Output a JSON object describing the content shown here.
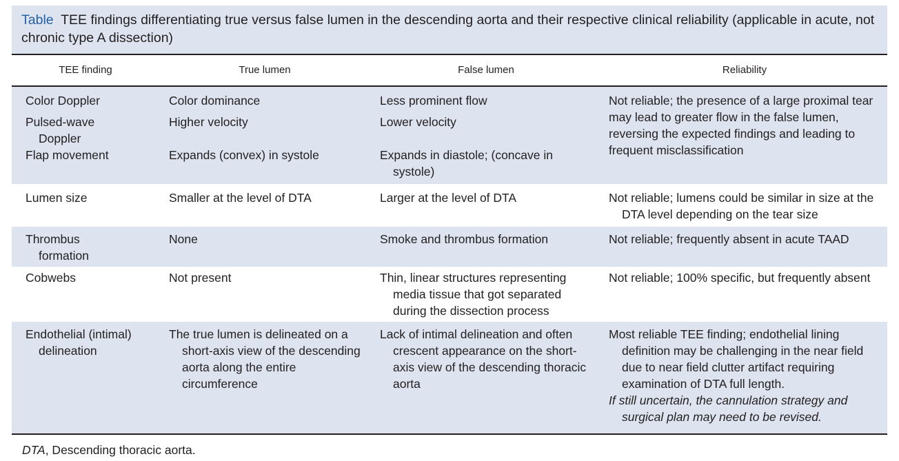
{
  "caption": {
    "label": "Table",
    "text": "TEE findings differentiating true versus false lumen in the descending aorta and their respective clinical reliability (applicable in acute, not chronic type A dissection)"
  },
  "columns": [
    "TEE finding",
    "True lumen",
    "False lumen",
    "Reliability"
  ],
  "rows": {
    "r1": {
      "finding": "Color Doppler",
      "true_lumen": "Color dominance",
      "false_lumen": "Less prominent flow"
    },
    "r2": {
      "finding": "Pulsed-wave Doppler",
      "true_lumen": "Higher velocity",
      "false_lumen": "Lower velocity"
    },
    "r3": {
      "finding": "Flap movement",
      "true_lumen": "Expands (convex) in systole",
      "false_lumen": "Expands in diastole; (concave in systole)"
    },
    "group1_reliability": "Not reliable; the presence of a large proximal tear may lead to greater flow in the false lumen, reversing the expected findings and leading to frequent misclassification",
    "r4": {
      "finding": "Lumen size",
      "true_lumen": "Smaller at the level of DTA",
      "false_lumen": "Larger at the level of DTA",
      "reliability": "Not reliable; lumens could be similar in size at the DTA level depending on the tear size"
    },
    "r5": {
      "finding": "Thrombus formation",
      "true_lumen": "None",
      "false_lumen": "Smoke and thrombus formation",
      "reliability": "Not reliable; frequently absent in acute TAAD"
    },
    "r6": {
      "finding": "Cobwebs",
      "true_lumen": "Not present",
      "false_lumen": "Thin, linear structures representing media tissue that got separated during the dissection process",
      "reliability": "Not reliable; 100% specific, but frequently absent"
    },
    "r7": {
      "finding": "Endothelial (intimal) delineation",
      "true_lumen": "The true lumen is delineated on a short-axis view of the descending aorta along the entire circumference",
      "false_lumen": "Lack of intimal delineation and often crescent appearance on the short-axis view of the descending thoracic aorta",
      "reliability": "Most reliable TEE finding; endothelial lining definition may be challenging in the near field due to near field clutter artifact requiring examination of DTA full length.",
      "reliability_note": "If still uncertain, the cannulation strategy and surgical plan may need to be revised."
    }
  },
  "footnote": {
    "abbr": "DTA",
    "text": ", Descending thoracic aorta."
  }
}
